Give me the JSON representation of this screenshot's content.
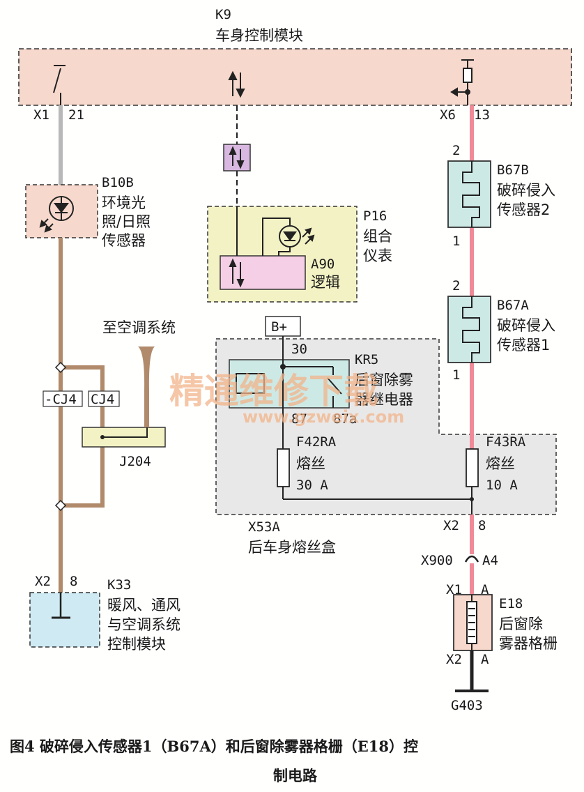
{
  "modules": {
    "k9": {
      "code": "K9",
      "name": "车身控制模块"
    },
    "b10b": {
      "code": "B10B",
      "line1": "环境光",
      "line2": "照/日照",
      "line3": "传感器"
    },
    "p16": {
      "code": "P16",
      "line1": "组合",
      "line2": "仪表"
    },
    "a90": {
      "code": "A90",
      "line1": "逻辑"
    },
    "b67b": {
      "code": "B67B",
      "line1": "破碎侵入",
      "line2": "传感器2"
    },
    "b67a": {
      "code": "B67A",
      "line1": "破碎侵入",
      "line2": "传感器1"
    },
    "kr5": {
      "code": "KR5",
      "line1": "后窗除雾",
      "line2": "器继电器"
    },
    "f42ra": {
      "code": "F42RA",
      "line1": "熔丝",
      "line2": "30 A"
    },
    "f43ra": {
      "code": "F43RA",
      "line1": "熔丝",
      "line2": "10 A"
    },
    "x53a": {
      "code": "X53A",
      "line1": "后车身熔丝盒"
    },
    "k33": {
      "code": "K33",
      "line1": "暖风、通风",
      "line2": "与空调系统",
      "line3": "控制模块"
    },
    "e18": {
      "code": "E18",
      "line1": "后窗除",
      "line2": "雾器格栅"
    },
    "j204": {
      "code": "J204"
    },
    "g403": {
      "code": "G403"
    },
    "bplus": {
      "label": "B+"
    },
    "ac_system": {
      "label": "至空调系统"
    }
  },
  "connectors": {
    "x1_21": {
      "conn": "X1",
      "pin": "21"
    },
    "x6_13": {
      "conn": "X6",
      "pin": "13"
    },
    "x2_8_k33": {
      "conn": "X2",
      "pin": "8"
    },
    "x2_8_fuse": {
      "conn": "X2",
      "pin": "8"
    },
    "x900": {
      "conn": "X900",
      "pin": "A4"
    },
    "x1_a": {
      "conn": "X1",
      "pin": "A"
    },
    "x2_a": {
      "conn": "X2",
      "pin": "A"
    },
    "cj4_left": "-CJ4",
    "cj4_right": "CJ4",
    "b67b_pin_top": "2",
    "b67b_pin_bottom": "1",
    "b67a_pin_top": "2",
    "b67a_pin_bottom": "1",
    "relay_pin_30": "30",
    "relay_pin_87": "87",
    "relay_pin_87a": "87a"
  },
  "watermark": {
    "text": "精通维修下载",
    "url": "www.gzweix.com"
  },
  "caption": {
    "line1": "图4  破碎侵入传感器1（B67A）和后窗除雾器格栅（E18）控",
    "line2": "制电路"
  },
  "colors": {
    "module_fill": "#f7d8cc",
    "instrument_fill": "#f3f2c4",
    "sensor_fill": "#cde9e6",
    "wire_brown": "#b08a6a",
    "wire_gray": "#b8b8b8",
    "wire_pink": "#f08a98",
    "fuse_box_fill": "#e9e8e8"
  }
}
